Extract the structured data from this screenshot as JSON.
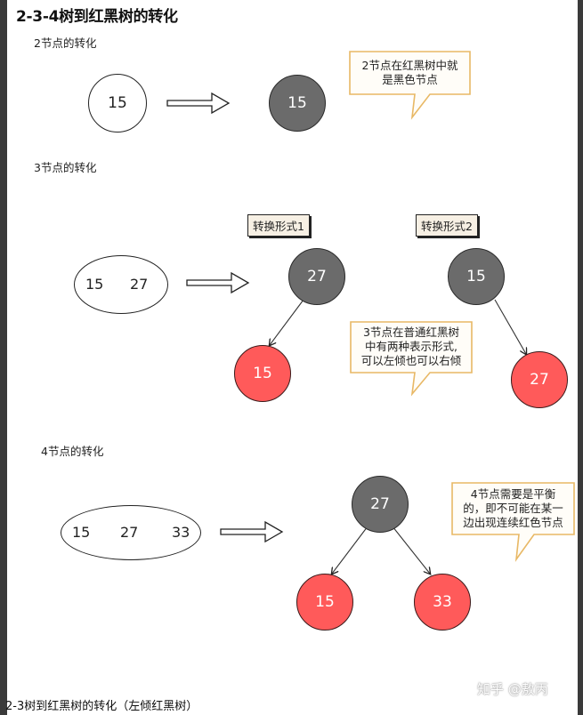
{
  "title": "2-3-4树到红黑树的转化",
  "sections": {
    "two_node": {
      "label": "2节点的转化",
      "source_value": "15",
      "result_value": "15",
      "callout_line1": "2节点在红黑树中就",
      "callout_line2": "是黑色节点"
    },
    "three_node": {
      "label": "3节点的转化",
      "source_values": [
        "15",
        "27"
      ],
      "form1_label": "转换形式1",
      "form1_parent": "27",
      "form1_child": "15",
      "form2_label": "转换形式2",
      "form2_parent": "15",
      "form2_child": "27",
      "callout_line1": "3节点在普通红黑树",
      "callout_line2": "中有两种表示形式,",
      "callout_line3": "可以左倾也可以右倾"
    },
    "four_node": {
      "label": "4节点的转化",
      "source_values": [
        "15",
        "27",
        "33"
      ],
      "parent": "27",
      "left_child": "15",
      "right_child": "33",
      "callout_line1": "4节点需要是平衡",
      "callout_line2": "的，即不可能在某一",
      "callout_line3": "边出现连续红色节点"
    }
  },
  "caption": "2-3树到红黑树的转化（左倾红黑树）",
  "watermark": "知乎 @敖丙",
  "colors": {
    "black_node": "#6b6b6b",
    "red_node": "#ff5a5a",
    "callout_border": "#e8b865",
    "tag_background": "#f7f0e4"
  }
}
